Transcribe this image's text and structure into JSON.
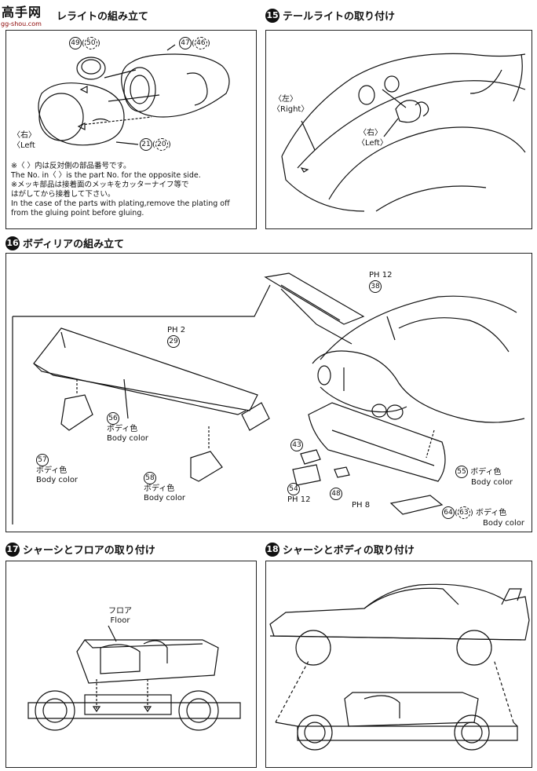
{
  "watermark": {
    "glyphs": "高手网",
    "url": "gg-shou.com"
  },
  "steps": {
    "s14": {
      "title": "レライトの組み立て",
      "parts": {
        "p49": "49",
        "p50": "50",
        "p47": "47",
        "p46": "46",
        "p21": "21",
        "p20": "20"
      },
      "labels": {
        "right_jp": "〈右〉",
        "left_en": "〈Left"
      },
      "notes": [
        "※〈 〉内は反対側の部品番号です。",
        "The No. in〈 〉is the part No. for the opposite side.",
        "※メッキ部品は接着面のメッキをカッターナイフ等で",
        "はがしてから接着して下さい。",
        "In the case of the parts with plating,remove the plating off",
        "from the gluing point before gluing."
      ]
    },
    "s15": {
      "number": "15",
      "title": "テールライトの取り付け",
      "labels": {
        "left_jp": "〈左〉",
        "right_en": "〈Right〉",
        "right_jp": "〈右〉",
        "left_en": "〈Left〉"
      }
    },
    "s16": {
      "number": "16",
      "title": "ボディリアの組み立て",
      "parts": {
        "p29": "29",
        "p56": "56",
        "p57": "57",
        "p58": "58",
        "p38": "38",
        "p43": "43",
        "p54": "54",
        "p48": "48",
        "p55": "55",
        "p64": "64",
        "p63": "63"
      },
      "runners": {
        "r29": "PH 2",
        "r38": "PH 12",
        "r54": "PH 12",
        "r48": "PH 8"
      },
      "color_jp": "ボディ色",
      "color_en": "Body color"
    },
    "s17": {
      "number": "17",
      "title": "シャーシとフロアの取り付け",
      "floor_jp": "フロア",
      "floor_en": "Floor"
    },
    "s18": {
      "number": "18",
      "title": "シャーシとボディの取り付け"
    }
  }
}
